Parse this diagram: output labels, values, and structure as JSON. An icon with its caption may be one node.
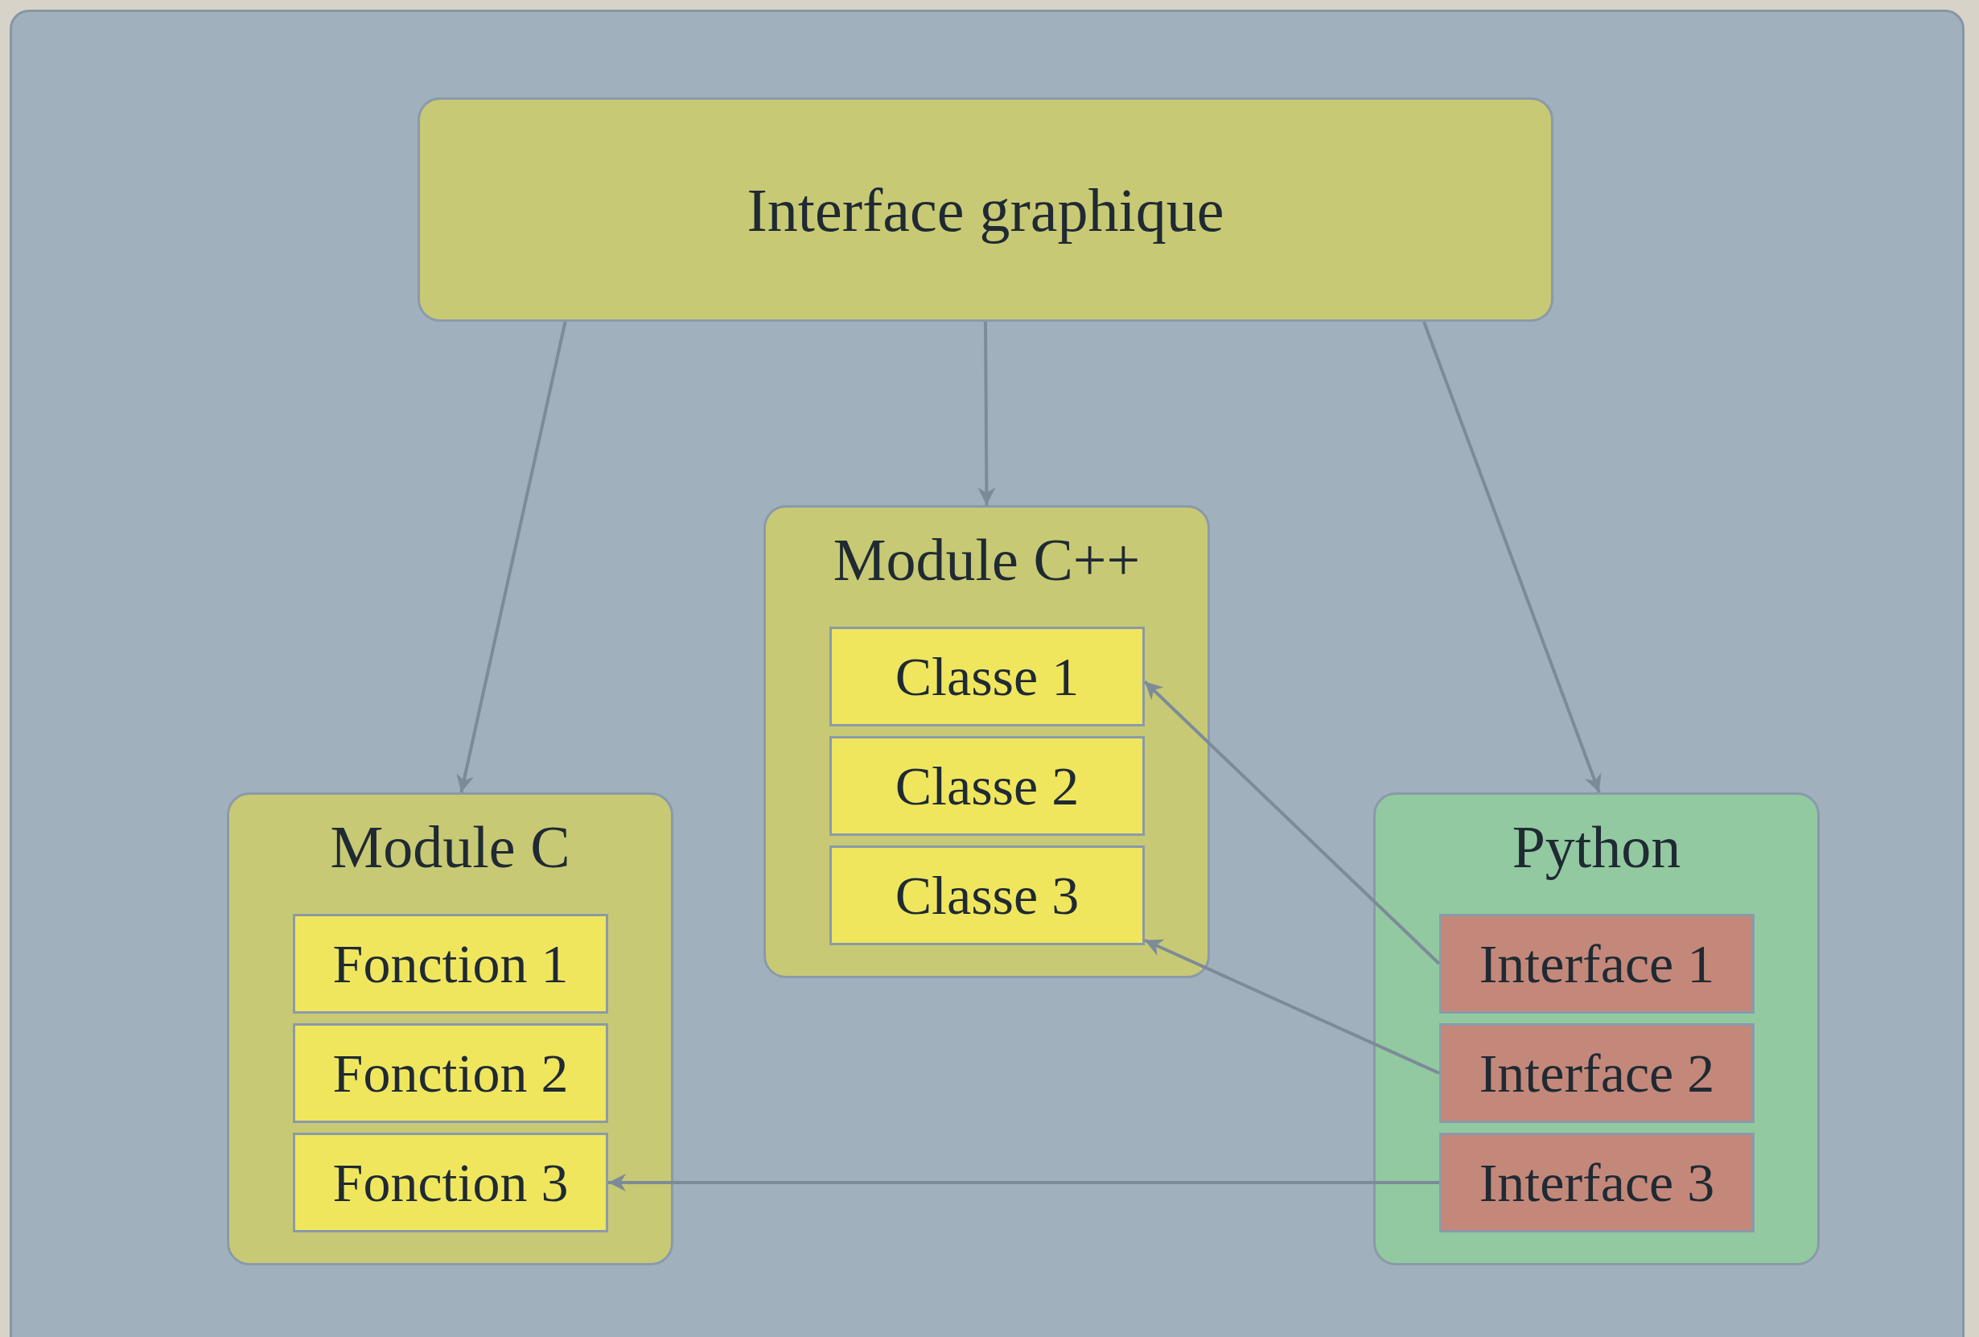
{
  "diagram": {
    "nodes": [
      {
        "text": [
          "Interface graphique"
        ]
      },
      {
        "text": [
          "Module C++"
        ]
      },
      {
        "text": [
          "Classe 1"
        ],
        "in": 1
      },
      {
        "text": [
          "Classe 2"
        ],
        "in": 1
      },
      {
        "text": [
          "Classe 3"
        ],
        "in": 1
      },
      {
        "text": [
          "Module C"
        ]
      },
      {
        "text": [
          "Fonction 1"
        ],
        "in": 5
      },
      {
        "text": [
          "Fonction 2"
        ],
        "in": 5
      },
      {
        "text": [
          "Fonction 3"
        ],
        "in": 5
      },
      {
        "text": [
          "Python"
        ]
      },
      {
        "text": [
          "Interface 1"
        ],
        "in": 9
      },
      {
        "text": [
          "Interface 2"
        ],
        "in": 9
      },
      {
        "text": [
          "Interface 3"
        ],
        "in": 9
      }
    ],
    "edges": [
      {
        "from": 0,
        "to": 5,
        "arrow": "to"
      },
      {
        "from": 0,
        "to": 1,
        "arrow": "to"
      },
      {
        "from": 0,
        "to": 9,
        "arrow": "to"
      },
      {
        "from": 10,
        "to": 2,
        "arrow": "to"
      },
      {
        "from": 11,
        "to": 4,
        "arrow": "to"
      },
      {
        "from": 12,
        "to": 8,
        "arrow": "to"
      }
    ]
  }
}
